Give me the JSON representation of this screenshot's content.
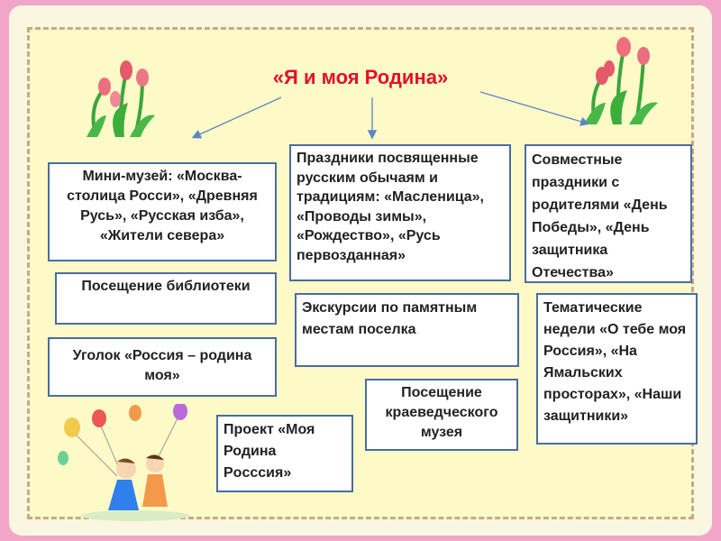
{
  "title": "«Я и моя Родина»",
  "boxes": {
    "mini_museum": "Мини-музей: «Москва-столица Росси», «Древняя Русь», «Русская изба», «Жители севера»",
    "holidays_customs": "Праздники посвященные русским обычаям и традициям: «Масленица», «Проводы зимы», «Рождество», «Русь первозданная»",
    "joint_holidays": "Совместные праздники с родителями «День Победы», «День защитника Отечества»",
    "library_visit": "Посещение библиотеки",
    "excursions": "Экскурсии по памятным местам поселка",
    "thematic_weeks": "Тематические недели «О тебе моя Россия», «На Ямальских просторах», «Наши защитники»",
    "corner": "Уголок «Россия – родина моя»",
    "museum_visit": "Посещение краеведческого музея",
    "project": "Проект «Моя Родина Рocсcия»"
  },
  "colors": {
    "title": "#e2102b",
    "box_border": "#4a6ca3",
    "arrow": "#5d86c4",
    "frame_pink": "#f1a6c9"
  }
}
